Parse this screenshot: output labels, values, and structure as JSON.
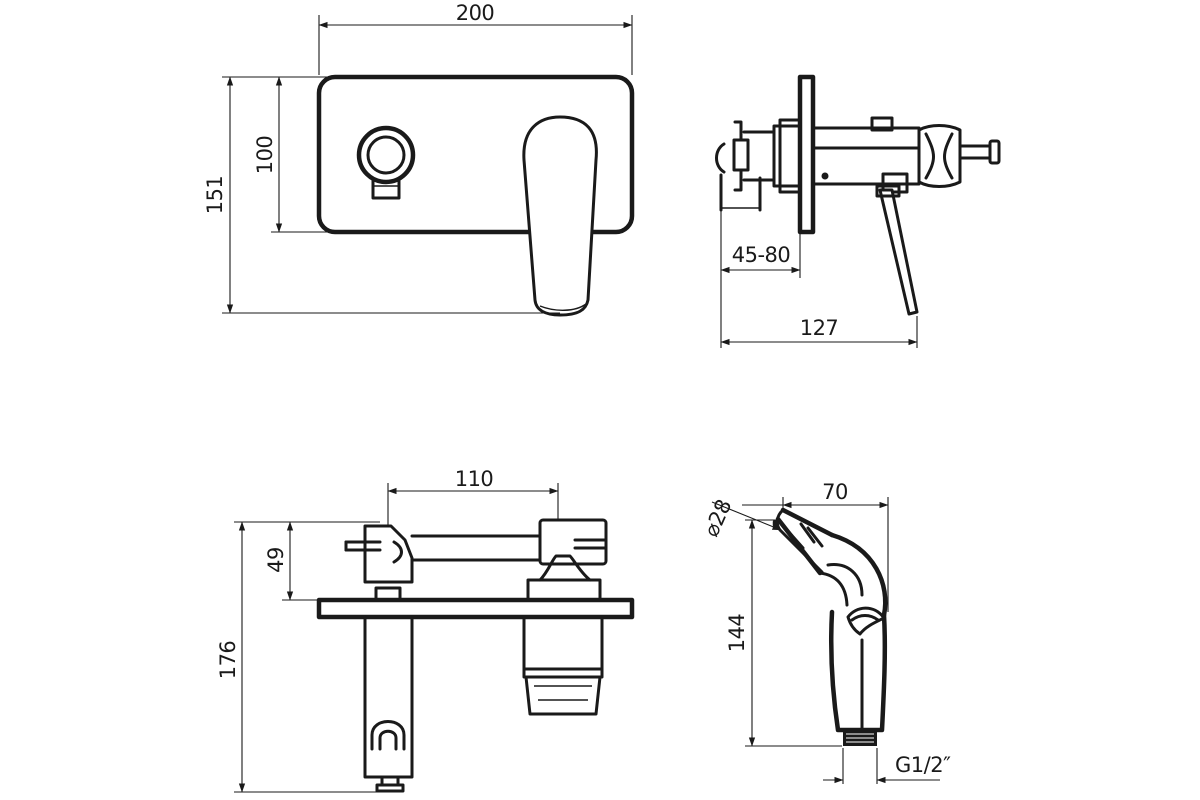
{
  "dimensions": {
    "front_width": "200",
    "front_total_height": "151",
    "front_plate_height": "100",
    "side_depth_range": "45-80",
    "side_total_depth": "127",
    "top_spacing": "110",
    "top_height": "49",
    "top_total_height": "176",
    "shower_diameter": "⌀28",
    "shower_width": "70",
    "shower_height": "144",
    "shower_thread": "G1/2″"
  }
}
